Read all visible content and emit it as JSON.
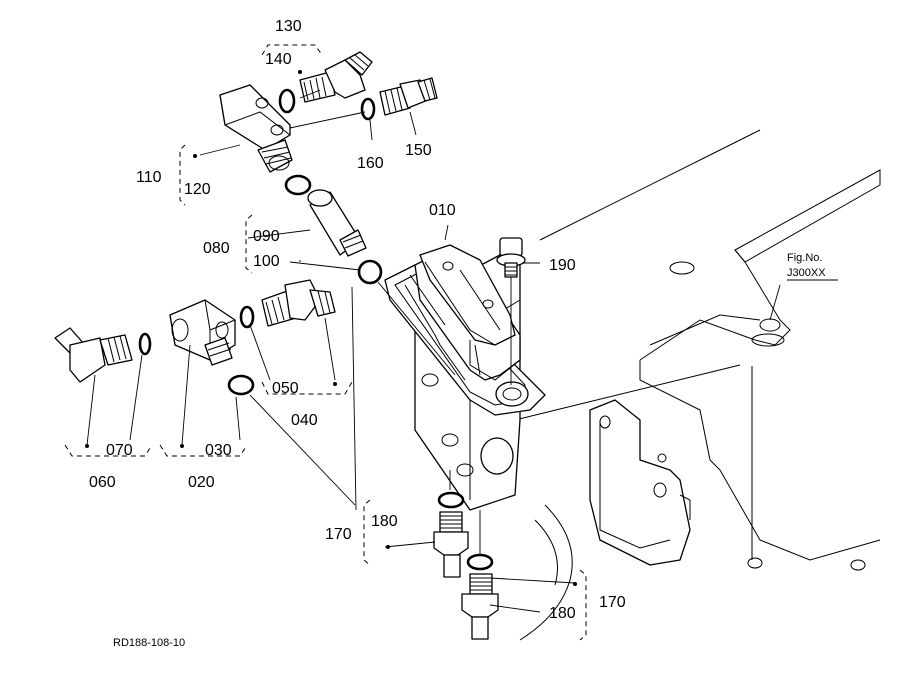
{
  "labels": {
    "p010": "010",
    "p020": "020",
    "p030": "030",
    "p040": "040",
    "p050": "050",
    "p060": "060",
    "p070": "070",
    "p080": "080",
    "p090": "090",
    "p100": "100",
    "p110": "110",
    "p120": "120",
    "p130": "130",
    "p140": "140",
    "p150": "150",
    "p160": "160",
    "p170a": "170",
    "p170b": "170",
    "p180a": "180",
    "p180b": "180",
    "p190": "190"
  },
  "fig_ref": {
    "label": "Fig.No.",
    "number": "J300XX"
  },
  "drawing_code": "RD188-108-10"
}
